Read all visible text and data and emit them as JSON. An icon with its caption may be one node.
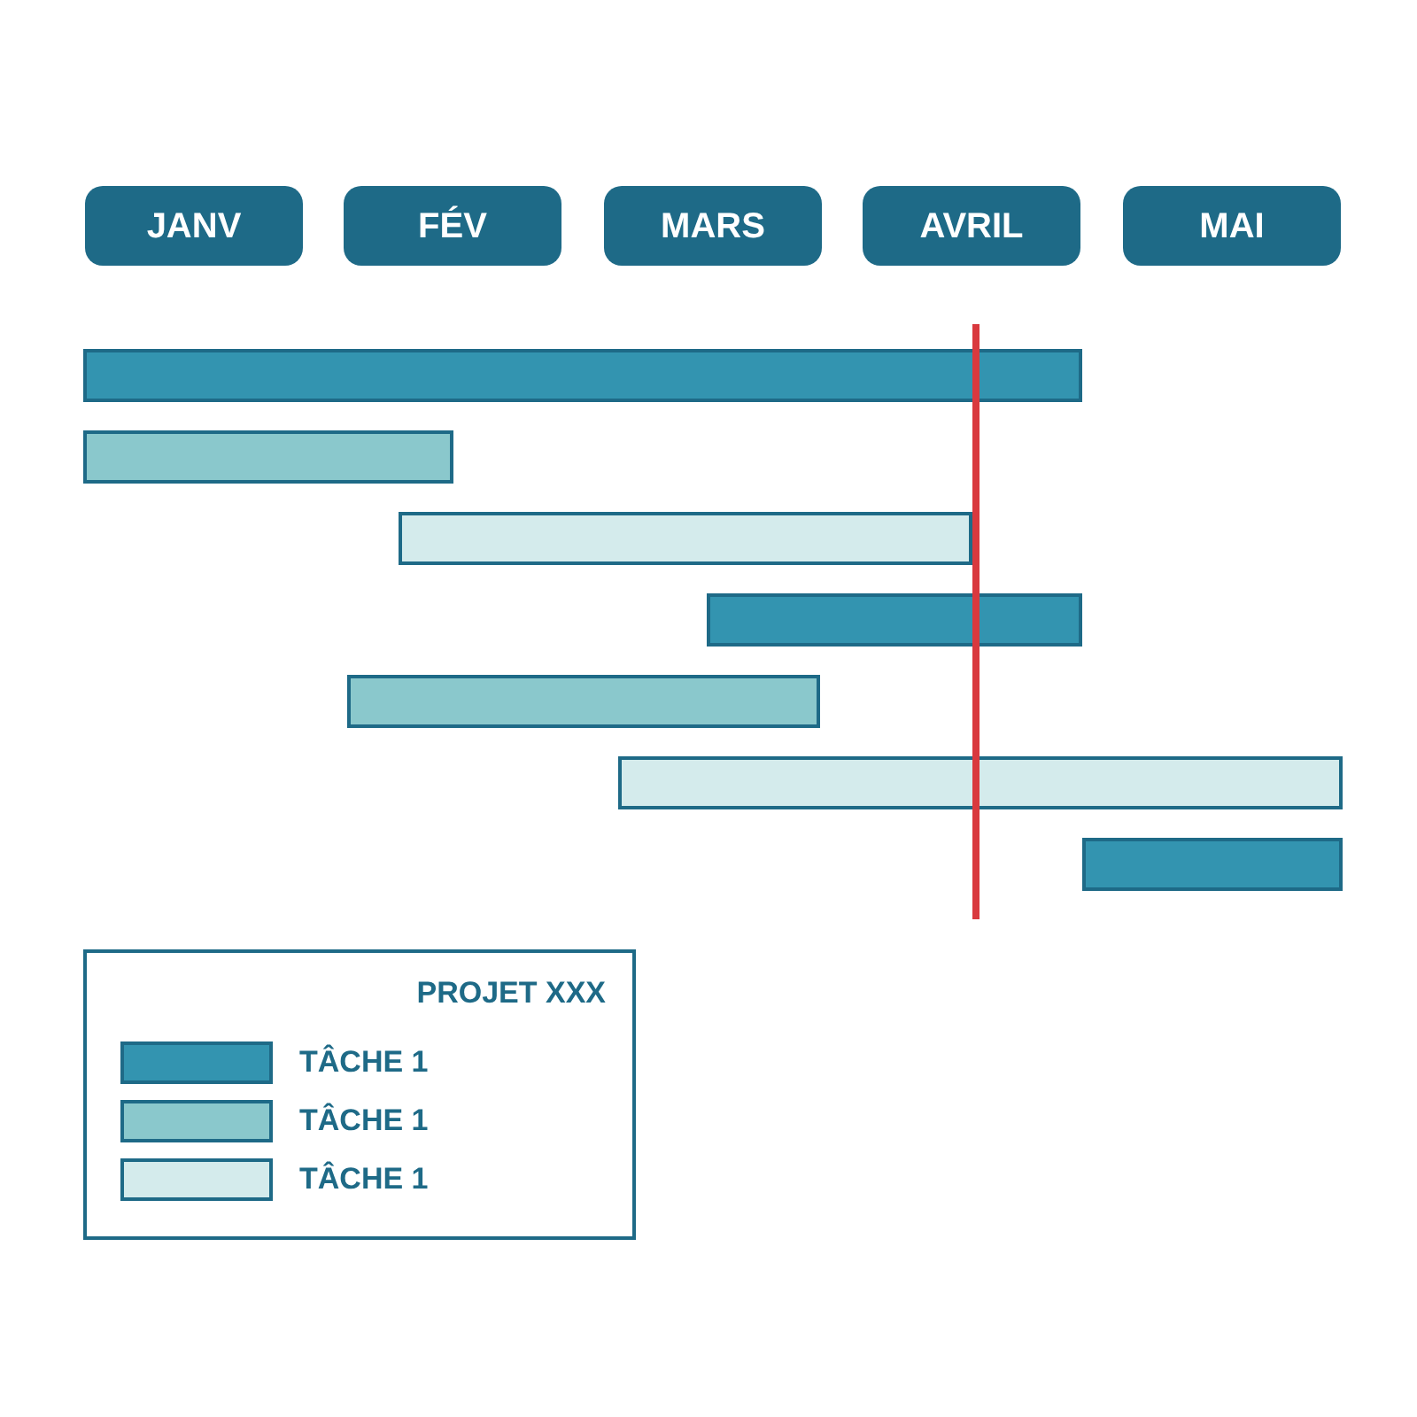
{
  "diagram": {
    "nodes": [
      {
        "text": [
          "JANV"
        ]
      },
      {
        "text": [
          "FÉV"
        ]
      },
      {
        "text": [
          "MARS"
        ]
      },
      {
        "text": [
          "AVRIL"
        ]
      },
      {
        "text": [
          "MAI"
        ]
      },
      {
        "text": [],
        "shape": "bar"
      },
      {
        "text": [],
        "shape": "bar"
      },
      {
        "text": [],
        "shape": "bar"
      },
      {
        "text": [],
        "shape": "bar"
      },
      {
        "text": [],
        "shape": "bar"
      },
      {
        "text": [],
        "shape": "bar"
      },
      {
        "text": [],
        "shape": "bar"
      }
    ],
    "labels": [
      "PROJET XXX"
    ],
    "legend": [
      {
        "text": "TÂCHE 1",
        "color": "#3394b0"
      },
      {
        "text": "TÂCHE 1",
        "color": "#8ac8cc"
      },
      {
        "text": "TÂCHE 1",
        "color": "#d4ebec"
      }
    ]
  }
}
